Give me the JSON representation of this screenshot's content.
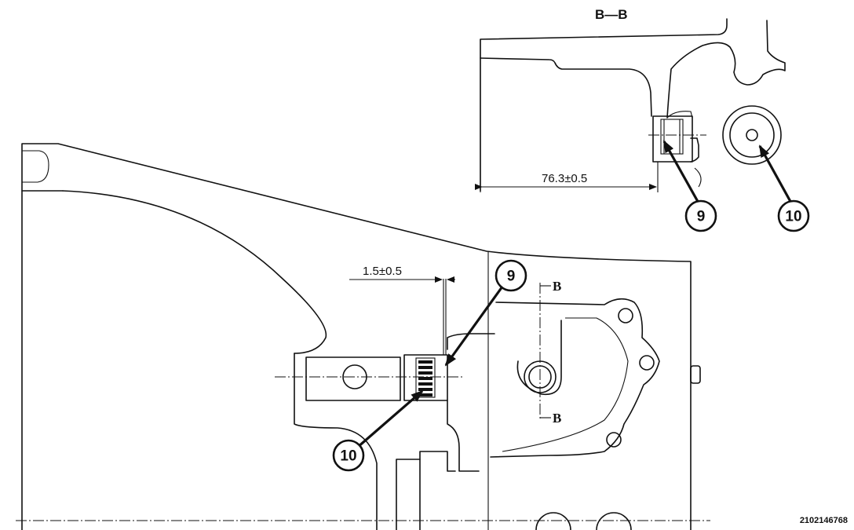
{
  "figure": {
    "section_view_title": "B—B",
    "figure_id": "2102146768",
    "section_marks": [
      "B",
      "B"
    ]
  },
  "dimensions": {
    "section_width": "76.3±0.5",
    "seal_depth": "1.5±0.5"
  },
  "callouts": [
    {
      "id": "9",
      "location": "section-view"
    },
    {
      "id": "10",
      "location": "section-view"
    },
    {
      "id": "9",
      "location": "main-view"
    },
    {
      "id": "10",
      "location": "main-view"
    }
  ]
}
